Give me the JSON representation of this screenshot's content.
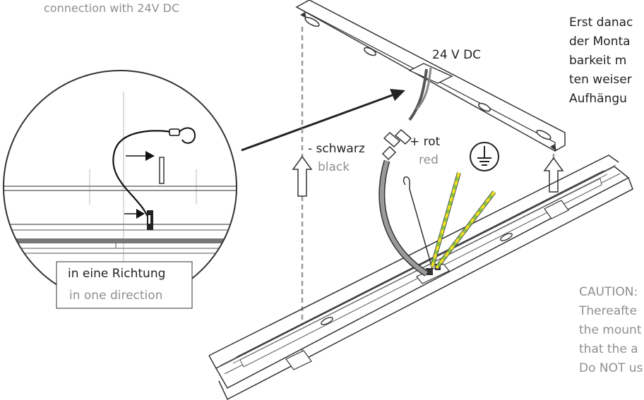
{
  "labels": {
    "header_fragment": "connection with 24V DC",
    "voltage": "24 V DC",
    "minus_de": "- schwarz",
    "minus_en": "black",
    "plus_de": "+ rot",
    "plus_en": "red",
    "direction_de": "in eine Richtung",
    "direction_en": "in one direction"
  },
  "german_text": [
    "Erst danac",
    "der Monta",
    "barkeit m",
    "ten weiser",
    "Aufhängu"
  ],
  "caution_text": [
    "CAUTION:",
    "Thereafte",
    "the mount",
    "that the a",
    "Do NOT us"
  ],
  "colors": {
    "text_dark": "#222222",
    "text_grey": "#8f8f8f",
    "earth_green": "#8cc63f",
    "earth_yellow": "#f0e020"
  },
  "icons": [
    "ground-symbol-icon",
    "up-arrow-icon",
    "hook-icon",
    "connector-icon"
  ]
}
